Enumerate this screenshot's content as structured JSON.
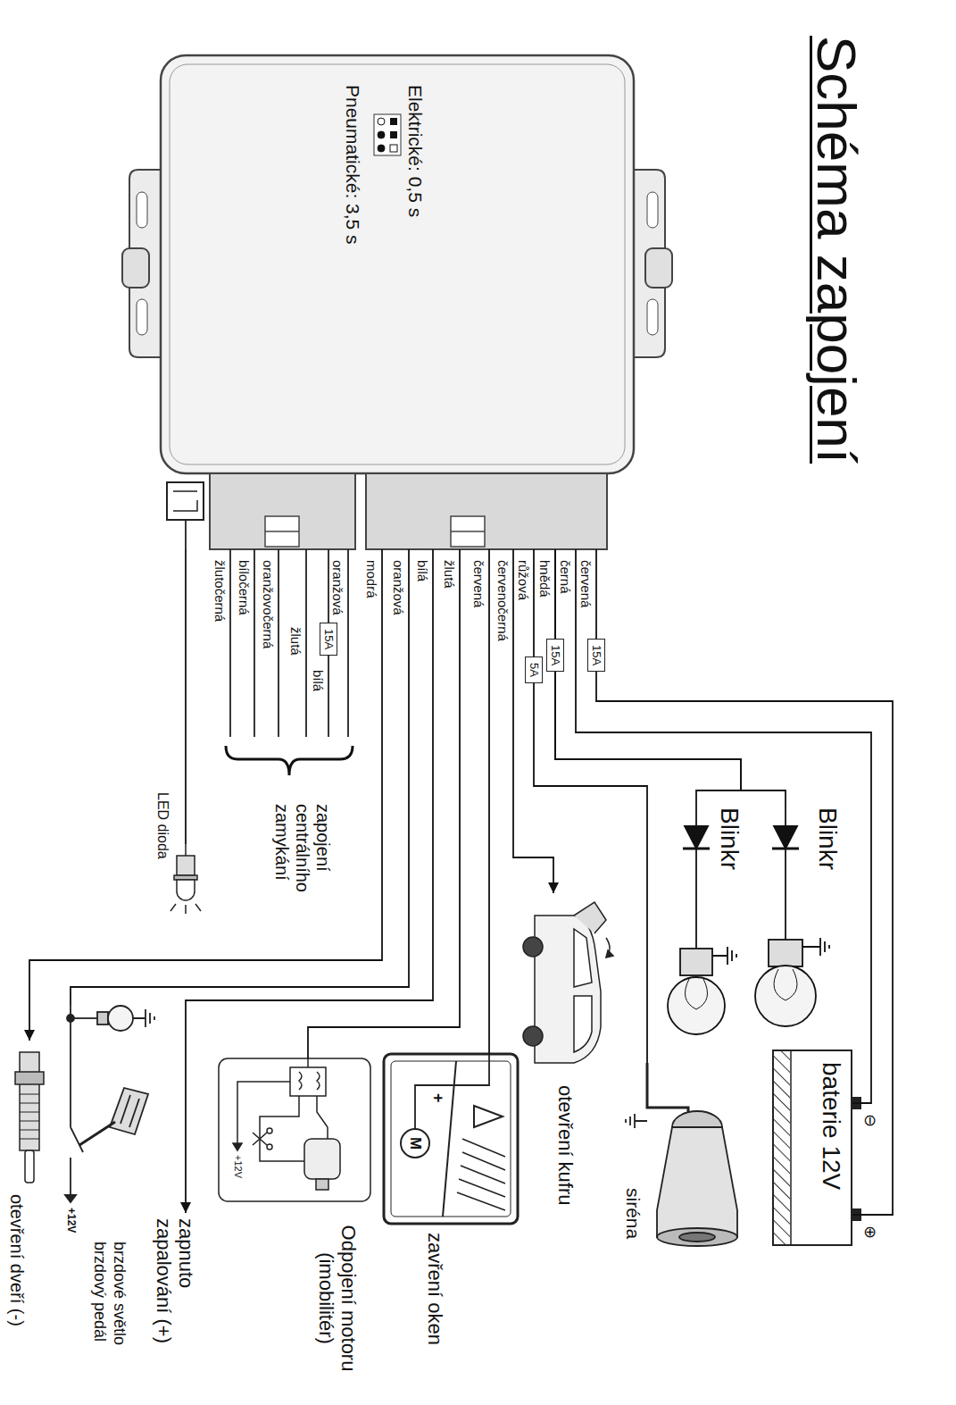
{
  "diagram": {
    "title": "Schéma zapojení",
    "nodes": [
      {
        "text": [
          "Elektrické: 0,5 s",
          "Pneumatické: 3,5 s"
        ]
      },
      {
        "text": [
          "baterie 12V"
        ]
      },
      {
        "text": [
          "Blinkr"
        ]
      },
      {
        "text": [
          "Blinkr"
        ]
      },
      {
        "text": [
          "siréna"
        ]
      },
      {
        "text": [
          "otevření kufru"
        ]
      },
      {
        "text": [
          "zavření oken"
        ]
      },
      {
        "text": [
          "Odpojení motoru (imobilitér)"
        ]
      },
      {
        "text": [
          "zapnuto zapalování (+)"
        ]
      },
      {
        "text": [
          "brzdové světlo",
          "brzdový pedál"
        ]
      },
      {
        "text": [
          "otevření dveří (-)"
        ]
      },
      {
        "text": [
          "LED dioda"
        ]
      }
    ],
    "edges": [
      {
        "from": 0,
        "to": 1,
        "arrow": "none"
      },
      {
        "from": 0,
        "to": 1,
        "arrow": "none"
      },
      {
        "from": 0,
        "to": 2,
        "arrow": "none"
      },
      {
        "from": 0,
        "to": 3,
        "arrow": "none"
      },
      {
        "from": 0,
        "to": 4,
        "arrow": "none"
      },
      {
        "from": 0,
        "to": 5,
        "arrow": "to"
      },
      {
        "from": 0,
        "to": 6,
        "arrow": "none"
      },
      {
        "from": 0,
        "to": 7,
        "arrow": "none"
      },
      {
        "from": 0,
        "to": 8,
        "arrow": "to"
      },
      {
        "from": 0,
        "to": 9,
        "arrow": "none"
      },
      {
        "from": 0,
        "to": 10,
        "arrow": "to"
      },
      {
        "from": 0,
        "to": 11,
        "arrow": "none"
      }
    ],
    "labels": [
      "červená",
      "15A",
      "černá",
      "hnědá",
      "15A",
      "růžová",
      "5A",
      "červenočerná",
      "červená",
      "žlutá",
      "bílá",
      "oranžová",
      "modrá",
      "oranžová",
      "15A",
      "bílá",
      "žlutá",
      "oranžovočerná",
      "bíločerná",
      "žlutočerná",
      "zapojení centrálního zamykání",
      "⊖",
      "⊕",
      "+",
      "M",
      "+12V",
      "+12V"
    ]
  }
}
